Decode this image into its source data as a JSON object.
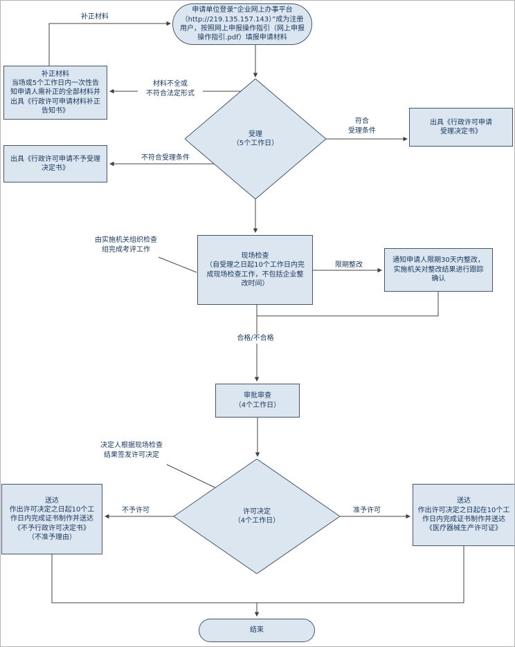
{
  "palette": {
    "node_fill": "#dce6f1",
    "node_border": "#44546a",
    "text_color": "#17365d",
    "line_color": "#404040",
    "canvas_border": "#b3b3b3"
  },
  "nodes": {
    "start": {
      "label": "申请单位登录“企业网上办事平台（http://219.135.157.143）”成为注册用户，按照网上申报操作指引（网上申报操作指引.pdf）填报申请材料"
    },
    "supplement": {
      "label": "补正材料\n当场或5个工作日内一次性告\n知申请人需补正的全部材料并\n出具《行政许可申请材料补正\n告知书》"
    },
    "reject_notice": {
      "label": "出具《行政许可申请不予受理\n决定书》"
    },
    "accept": {
      "label": "受理\n（5个工作日）"
    },
    "accept_notice": {
      "label": "出具《行政许可申请\n受理决定书》"
    },
    "inspection": {
      "label": "现场检查\n（自受理之日起10个工作日内完\n成现场检查工作，不包括企业整\n改时间）"
    },
    "rectify_notice": {
      "label": "通知申请人限期30天内整改，\n实施机关对整改结果进行跟踪\n确认"
    },
    "review": {
      "label": "审批审查\n（4个工作日）"
    },
    "decision": {
      "label": "许可决定\n（4个工作日）"
    },
    "deliver_deny": {
      "label": "送达\n作出许可决定之日起10个工\n作日内完成证书制作并送达\n《不予行政许可决定书》\n（不准予理由）"
    },
    "deliver_grant": {
      "label": "送达\n作出许可决定之日起在10个工\n作日内完成证书制作并送达\n《医疗器械生产许可证》"
    },
    "end": {
      "label": "结束"
    }
  },
  "edge_labels": {
    "supplement_materials": "补正材料",
    "incomplete": "材料不全或\n不符合法定形式",
    "not_meet": "不符合受理条件",
    "meet": "符合\n受理条件",
    "org_inspection": "由实施机关组织检查\n组完成考评工作",
    "rectify": "限期整改",
    "pass_or_not": "合格/不合格",
    "signer": "决定人根据现场检查\n结果签发许可决定",
    "deny": "不予许可",
    "grant": "准予许可"
  }
}
